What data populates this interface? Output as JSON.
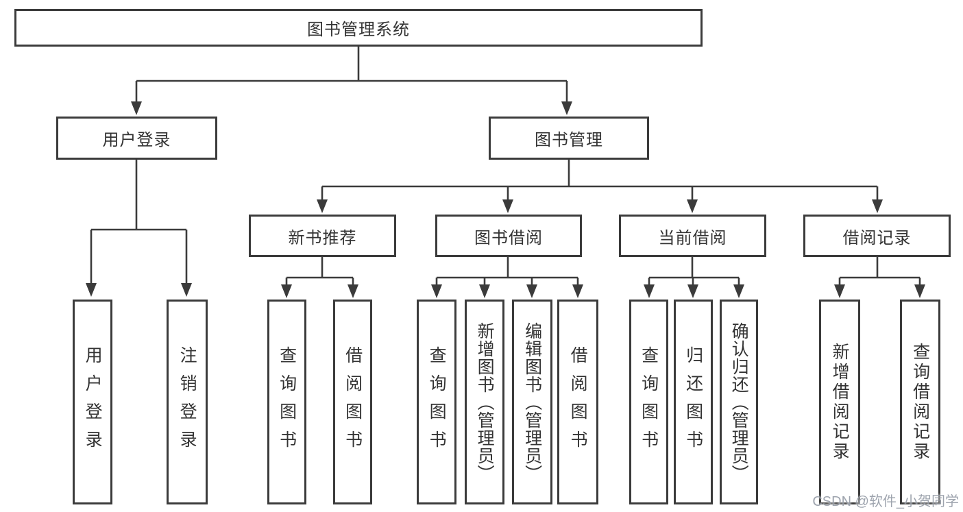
{
  "palette": {
    "line_color": "#3b3b3b",
    "text_color": "#333333",
    "background": "#ffffff",
    "watermark_color": "#949aa5"
  },
  "diagram": {
    "root": {
      "label": "图书管理系统"
    },
    "branches": [
      {
        "label": "用户登录",
        "children": [
          {
            "label": "用户登录"
          },
          {
            "label": "注销登录"
          }
        ]
      },
      {
        "label": "图书管理",
        "children": [
          {
            "label": "新书推荐",
            "children": [
              {
                "label": "查询图书"
              },
              {
                "label": "借阅图书"
              }
            ]
          },
          {
            "label": "图书借阅",
            "children": [
              {
                "label": "查询图书"
              },
              {
                "label": "新增图书（管理员）"
              },
              {
                "label": "编辑图书（管理员）"
              },
              {
                "label": "借阅图书"
              }
            ]
          },
          {
            "label": "当前借阅",
            "children": [
              {
                "label": "查询图书"
              },
              {
                "label": "归还图书"
              },
              {
                "label": "确认归还（管理员）"
              }
            ]
          },
          {
            "label": "借阅记录",
            "children": [
              {
                "label": "新增借阅记录"
              },
              {
                "label": "查询借阅记录"
              }
            ]
          }
        ]
      }
    ]
  },
  "watermark": {
    "text": "CSDN @软件_小贺同学"
  }
}
